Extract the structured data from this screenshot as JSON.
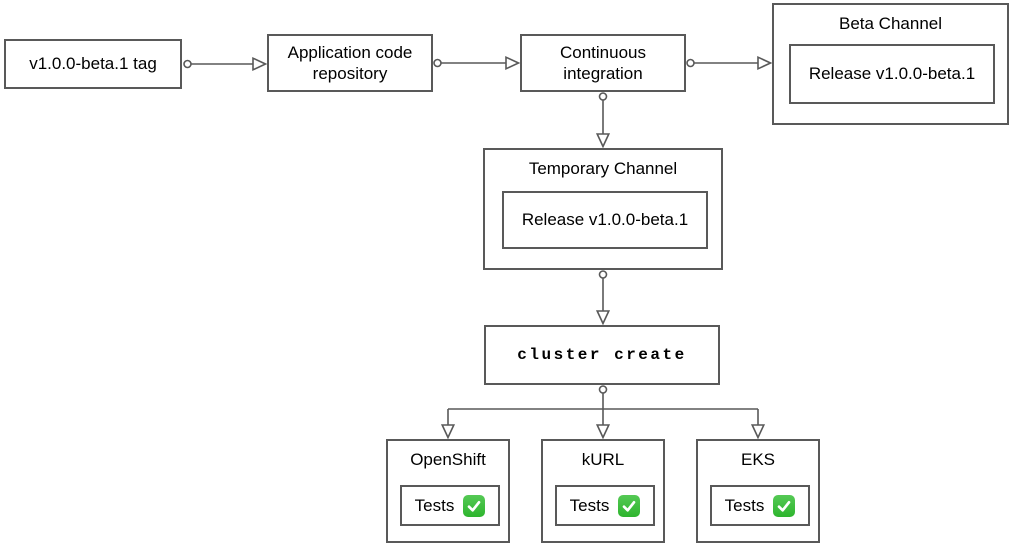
{
  "diagram": {
    "type": "flowchart",
    "nodes": {
      "tag": {
        "label": "v1.0.0-beta.1 tag"
      },
      "repo": {
        "label": "Application code repository"
      },
      "ci": {
        "label": "Continuous integration"
      },
      "beta_channel": {
        "title": "Beta Channel",
        "release_label": "Release v1.0.0-beta.1"
      },
      "temporary_channel": {
        "title": "Temporary Channel",
        "release_label": "Release v1.0.0-beta.1"
      },
      "cluster_create": {
        "label": "cluster create"
      },
      "clusters": [
        {
          "title": "OpenShift",
          "tests_label": "Tests",
          "status_icon": "green-check",
          "status": "passed"
        },
        {
          "title": "kURL",
          "tests_label": "Tests",
          "status_icon": "green-check",
          "status": "passed"
        },
        {
          "title": "EKS",
          "tests_label": "Tests",
          "status_icon": "green-check",
          "status": "passed"
        }
      ]
    },
    "edges": [
      {
        "from": "tag",
        "to": "repo"
      },
      {
        "from": "repo",
        "to": "ci"
      },
      {
        "from": "ci",
        "to": "beta_channel"
      },
      {
        "from": "ci",
        "to": "temporary_channel"
      },
      {
        "from": "temporary_channel",
        "to": "cluster_create"
      },
      {
        "from": "cluster_create",
        "to": "OpenShift"
      },
      {
        "from": "cluster_create",
        "to": "kURL"
      },
      {
        "from": "cluster_create",
        "to": "EKS"
      }
    ],
    "colors": {
      "border": "#595959",
      "text": "#000000",
      "background": "#ffffff",
      "check_bg": "#2eb52e",
      "check_mark": "#ffffff"
    }
  }
}
